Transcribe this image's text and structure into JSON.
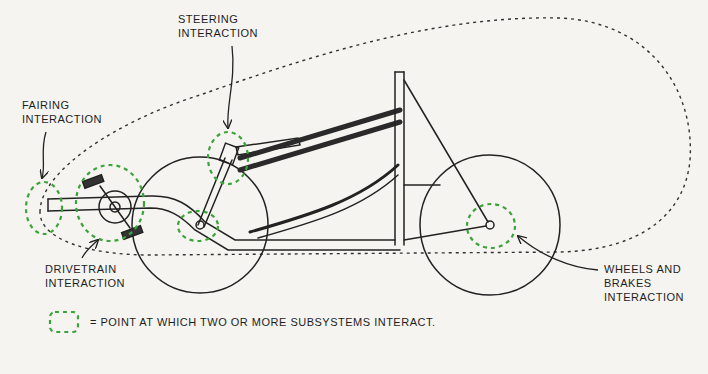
{
  "diagram": {
    "labels": [
      "STEERING INTERACTION",
      "FAIRING INTERACTION",
      "DRIVETRAIN INTERACTION",
      "WHEELS AND BRAKES INTERACTION"
    ],
    "legend": [
      {
        "text": "= POINT AT WHICH TWO OR MORE SUBSYSTEMS INTERACT."
      }
    ]
  }
}
